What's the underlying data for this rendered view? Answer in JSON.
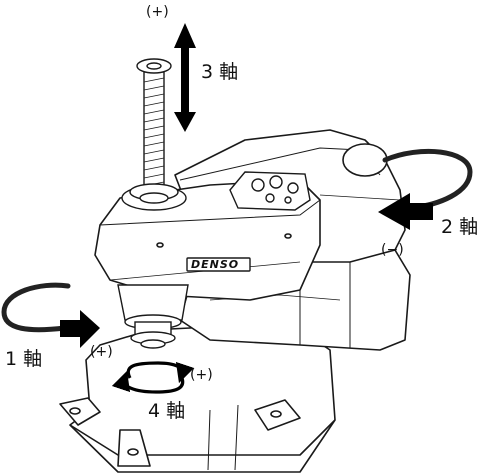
{
  "labels": {
    "axis1": "1 軸",
    "axis2": "2 軸",
    "axis3": "3 軸",
    "axis4": "4 軸",
    "axis3_plus": "(+)",
    "axis2_minus": "(−)",
    "axis1_plus": "(+)",
    "axis4_plus": "(+)"
  },
  "brand": "DENSO",
  "colors": {
    "line": "#1a1a1a",
    "arrow": "#000000",
    "band": "#222222"
  }
}
